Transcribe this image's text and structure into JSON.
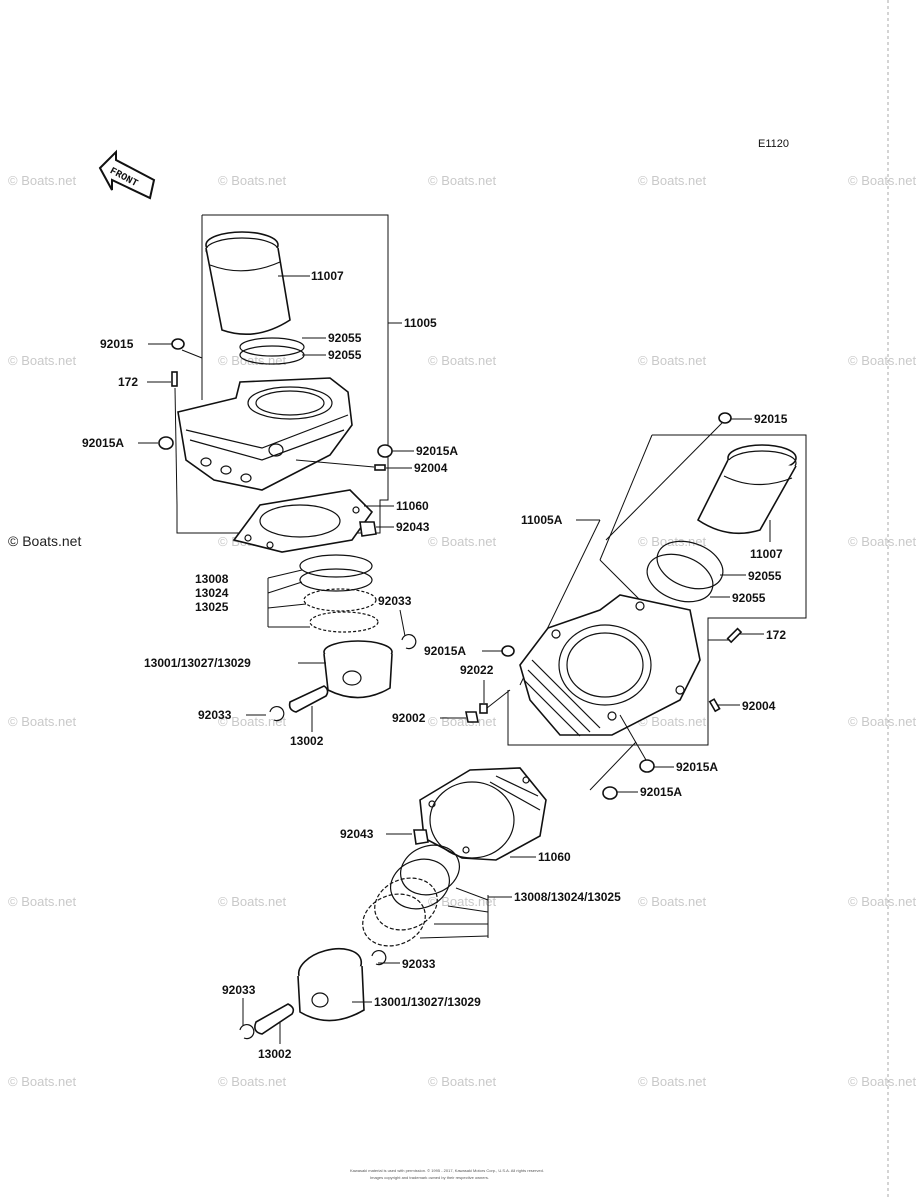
{
  "diagram_code": "E1120",
  "front_label": "FRONT",
  "watermark": "© Boats.net",
  "footer_line1": "Kawasaki material is used with permission. © 1995 - 2017, Kawasaki Motors Corp., U.S.A. All rights reserved.",
  "footer_line2": "Images copyright and trademark owned by their respective owners.",
  "callouts": {
    "c11007_a": "11007",
    "c92055_a": "92055",
    "c92055_b": "92055",
    "c11005": "11005",
    "c92015_a": "92015",
    "c172_a": "172",
    "c92015A_a": "92015A",
    "c92015A_b": "92015A",
    "c92004_a": "92004",
    "c11060_a": "11060",
    "c92043_a": "92043",
    "c13008": "13008",
    "c13024": "13024",
    "c13025": "13025",
    "c92033_a": "92033",
    "c13001_a": "13001/13027/13029",
    "c92033_b": "92033",
    "c13002_a": "13002",
    "c92015_b": "92015",
    "c11005A": "11005A",
    "c11007_b": "11007",
    "c92055_c": "92055",
    "c92055_d": "92055",
    "c172_b": "172",
    "c92015A_c": "92015A",
    "c92022": "92022",
    "c92002": "92002",
    "c92004_b": "92004",
    "c92015A_d": "92015A",
    "c92015A_e": "92015A",
    "c92043_b": "92043",
    "c11060_b": "11060",
    "c13008_set": "13008/13024/13025",
    "c92033_c": "92033",
    "c92033_d": "92033",
    "c13001_b": "13001/13027/13029",
    "c13002_b": "13002"
  }
}
